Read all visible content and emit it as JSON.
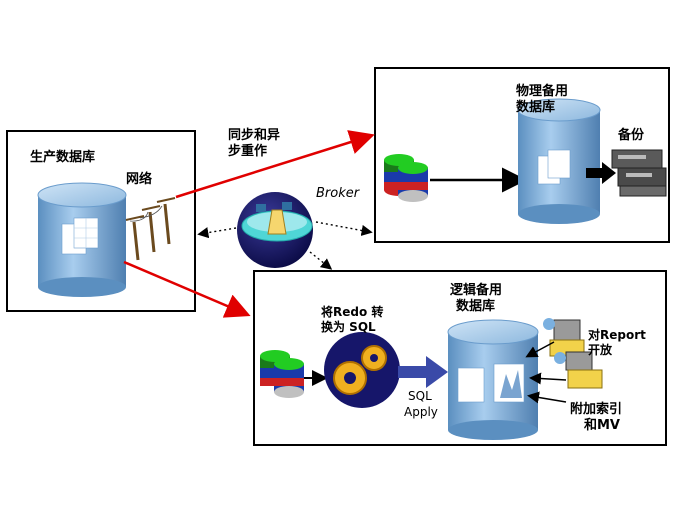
{
  "production": {
    "title": "生产数据库",
    "network": "网络"
  },
  "sync_label": {
    "line1": "同步和异",
    "line2": "步重作"
  },
  "broker": {
    "label": "Broker"
  },
  "physical": {
    "title_line1": "物理备用",
    "title_line2": "数据库",
    "backup": "备份"
  },
  "logical": {
    "title_line1": "逻辑备用",
    "title_line2": "数据库",
    "redo_line1": "将Redo 转",
    "redo_line2": "换为 SQL",
    "sql_apply_line1": "SQL",
    "sql_apply_line2": "Apply",
    "report_line1": "对Report",
    "report_line2": "开放",
    "index_line1": "附加索引",
    "index_line2": "和MV"
  },
  "colors": {
    "arrow_red": "#e00000",
    "db_blue": "#7fb3dc",
    "gear": "#f0b020",
    "navy": "#1a1a66"
  }
}
